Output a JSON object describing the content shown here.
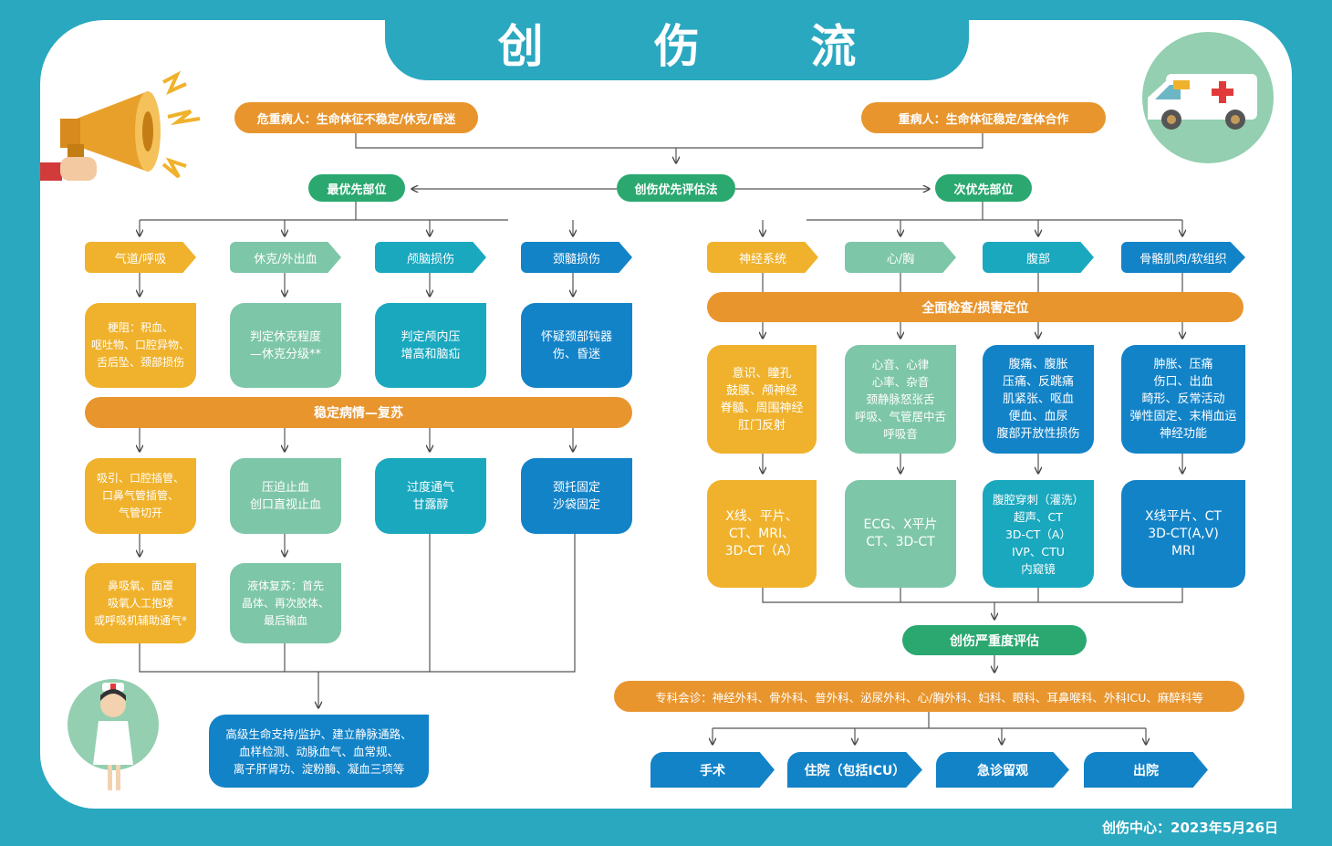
{
  "title": "创 伤 流 程 图",
  "top": {
    "critical": "危重病人：生命体征不稳定/休克/昏迷",
    "serious": "重病人：生命体征稳定/查体合作"
  },
  "priority": {
    "first": "最优先部位",
    "eval": "创伤优先评估法",
    "second": "次优先部位"
  },
  "left_tags": [
    "气道/呼吸",
    "休克/外出血",
    "颅脑损伤",
    "颈髓损伤"
  ],
  "left_row1": [
    "梗阻：积血、\n呕吐物、口腔异物、\n舌后坠、颈部损伤",
    "判定休克程度\n—休克分级**",
    "判定颅内压\n增高和脑疝",
    "怀疑颈部钝器\n伤、昏迷"
  ],
  "stabilize": "稳定病情—复苏",
  "left_row2": [
    "吸引、口腔插管、\n口鼻气管插管、\n气管切开",
    "压迫止血\n创口直视止血",
    "过度通气\n甘露醇",
    "颈托固定\n沙袋固定"
  ],
  "left_row3": [
    "鼻吸氧、面罩\n吸氧人工抱球\n或呼吸机辅助通气*",
    "液体复苏：首先\n晶体、再次胶体、\n最后输血"
  ],
  "advanced": "高级生命支持/监护、建立静脉通路、\n血样检测、动脉血气、血常规、\n离子肝肾功、淀粉酶、凝血三项等",
  "right_tags": [
    "神经系统",
    "心/胸",
    "腹部",
    "骨骼肌肉/软组织"
  ],
  "full_exam": "全面检查/损害定位",
  "right_row1": [
    "意识、瞳孔\n鼓膜、颅神经\n脊髓、周围神经\n肛门反射",
    "心音、心律\n心率、杂音\n颈静脉怒张舌\n呼吸、气管居中舌\n呼吸音",
    "腹痛、腹胀\n压痛、反跳痛\n肌紧张、呕血\n便血、血尿\n腹部开放性损伤",
    "肿胀、压痛\n伤口、出血\n畸形、反常活动\n弹性固定、末梢血运\n神经功能"
  ],
  "right_row2": [
    "X线、平片、\nCT、MRI、\n3D-CT（A）",
    "ECG、X平片\nCT、3D-CT",
    "腹腔穿刺（灌洗）\n超声、CT\n3D-CT（A）\nIVP、CTU\n内窥镜",
    "X线平片、CT\n3D-CT(A,V)\nMRI"
  ],
  "severity": "创伤严重度评估",
  "consult": "专科会诊：神经外科、骨外科、普外科、泌尿外科、心/胸外科、妇科、眼科、耳鼻喉科、外科ICU、麻醉科等",
  "exits": [
    "手术",
    "住院（包括ICU）",
    "急诊留观",
    "出院"
  ],
  "footer": "创伤中心：2023年5月26日",
  "colors": {
    "background": "#2aa8c0",
    "orange": "#e8952e",
    "green": "#2aa870",
    "yellow": "#f0b22c",
    "mint": "#7ec6a8",
    "teal": "#1aa8bf",
    "blue": "#1383c8"
  },
  "icons": [
    "megaphone-icon",
    "ambulance-icon",
    "nurse-icon"
  ]
}
